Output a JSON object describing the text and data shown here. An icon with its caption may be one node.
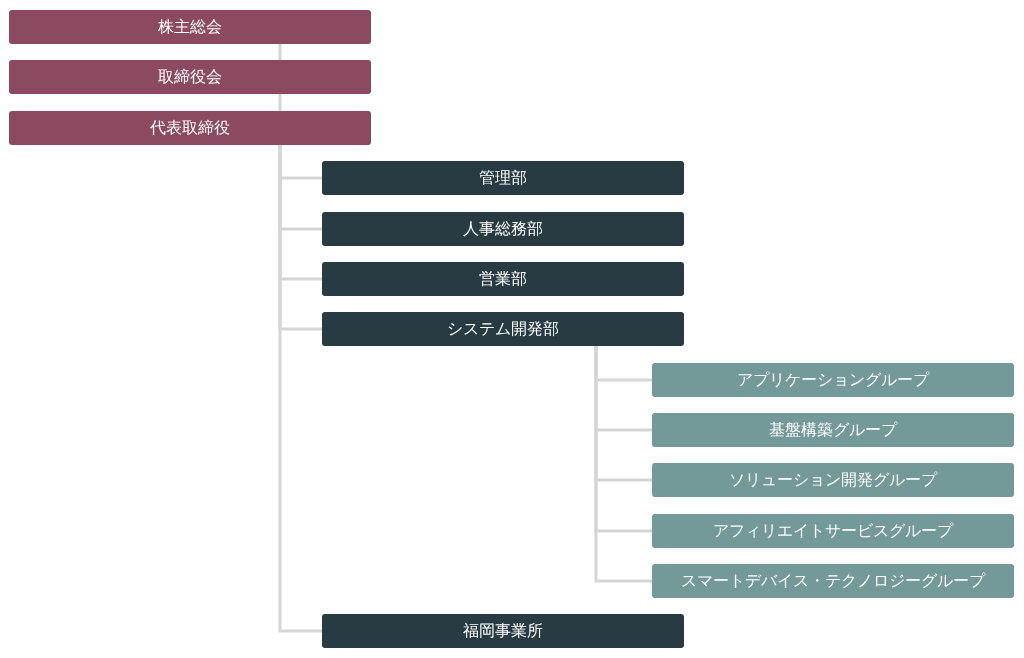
{
  "diagram": {
    "nodes": [
      {
        "text": [
          "株主総会"
        ]
      },
      {
        "text": [
          "取締役会"
        ]
      },
      {
        "text": [
          "代表取締役"
        ]
      },
      {
        "text": [
          "管理部"
        ]
      },
      {
        "text": [
          "人事総務部"
        ]
      },
      {
        "text": [
          "営業部"
        ]
      },
      {
        "text": [
          "システム開発部"
        ]
      },
      {
        "text": [
          "アプリケーショングループ"
        ]
      },
      {
        "text": [
          "基盤構築グループ"
        ]
      },
      {
        "text": [
          "ソリューション開発グループ"
        ]
      },
      {
        "text": [
          "アフィリエイトサービスグループ"
        ]
      },
      {
        "text": [
          "スマートデバイス・テクノロジーグループ"
        ]
      },
      {
        "text": [
          "福岡事業所"
        ]
      }
    ],
    "edges": [
      {
        "from": 0,
        "to": 1,
        "arrow": "none"
      },
      {
        "from": 1,
        "to": 2,
        "arrow": "none"
      },
      {
        "from": 2,
        "to": 3,
        "arrow": "none"
      },
      {
        "from": 2,
        "to": 4,
        "arrow": "none"
      },
      {
        "from": 2,
        "to": 5,
        "arrow": "none"
      },
      {
        "from": 2,
        "to": 6,
        "arrow": "none"
      },
      {
        "from": 2,
        "to": 12,
        "arrow": "none"
      },
      {
        "from": 6,
        "to": 7,
        "arrow": "none"
      },
      {
        "from": 6,
        "to": 8,
        "arrow": "none"
      },
      {
        "from": 6,
        "to": 9,
        "arrow": "none"
      },
      {
        "from": 6,
        "to": 10,
        "arrow": "none"
      },
      {
        "from": 6,
        "to": 11,
        "arrow": "none"
      }
    ]
  }
}
